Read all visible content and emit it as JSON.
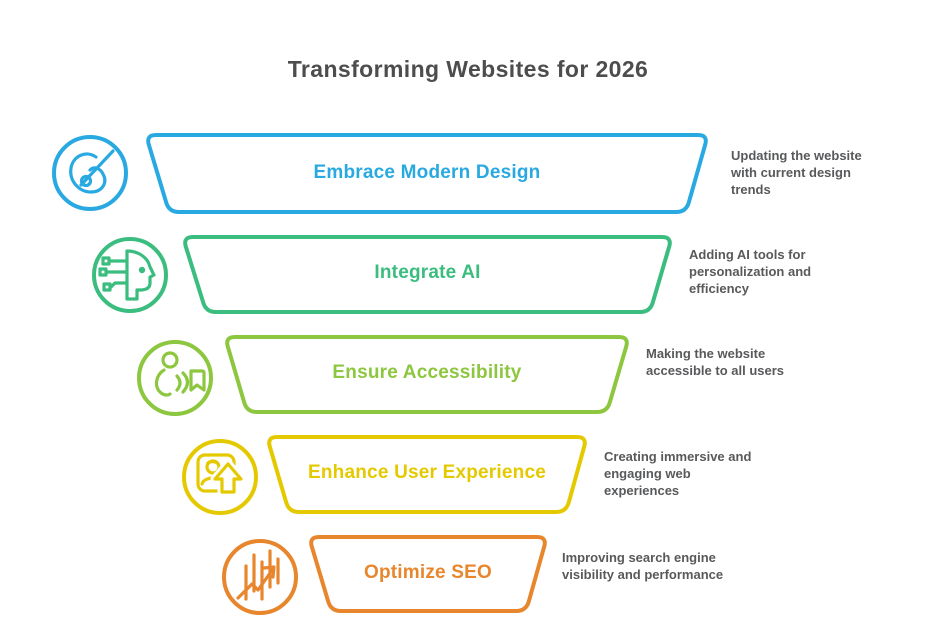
{
  "title": "Transforming Websites for 2026",
  "colors": {
    "title_text": "#4D4D4D",
    "description_text": "#58595B",
    "background": "#FFFFFF"
  },
  "funnel": {
    "segments": [
      {
        "label": "Embrace Modern Design",
        "description": "Updating the website with current design trends",
        "color": "#29A9E1",
        "icon": "design-pen-icon"
      },
      {
        "label": "Integrate AI",
        "description": "Adding AI tools for personalization and efficiency",
        "color": "#3ABD7E",
        "icon": "ai-head-icon"
      },
      {
        "label": "Ensure Accessibility",
        "description": "Making the website accessible to all users",
        "color": "#8DC63F",
        "icon": "accessibility-icon"
      },
      {
        "label": "Enhance User Experience",
        "description": "Creating immersive and engaging web experiences",
        "color": "#E5C900",
        "icon": "user-upgrade-icon"
      },
      {
        "label": "Optimize SEO",
        "description": "Improving search engine visibility and performance",
        "color": "#E8862D",
        "icon": "seo-chart-icon"
      }
    ]
  }
}
